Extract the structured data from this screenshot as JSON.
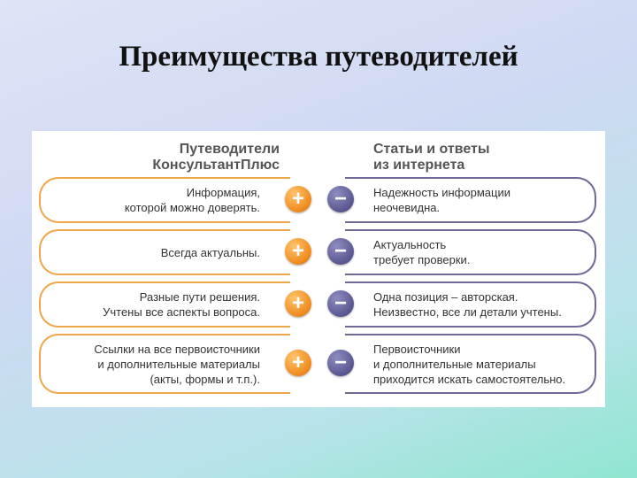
{
  "title": "Преимущества путеводителей",
  "headers": {
    "left": [
      "Путеводители",
      "КонсультантПлюс"
    ],
    "right": [
      "Статьи и ответы",
      "из интернета"
    ]
  },
  "symbols": {
    "plus": "+",
    "minus": "−"
  },
  "colors": {
    "plus": "#ee8a1e",
    "minus": "#5a5790"
  },
  "rows": [
    {
      "left": [
        "Информация,",
        "которой можно доверять."
      ],
      "right": [
        "Надежность информации",
        "неочевидна."
      ]
    },
    {
      "left": [
        "Всегда актуальны."
      ],
      "right": [
        "Актуальность",
        "требует проверки."
      ]
    },
    {
      "left": [
        "Разные пути решения.",
        "Учтены все аспекты вопроса."
      ],
      "right": [
        "Одна позиция – авторская.",
        "Неизвестно, все ли детали учтены."
      ]
    },
    {
      "left": [
        "Ссылки на все первоисточники",
        "и дополнительные материалы",
        "(акты, формы и т.п.)."
      ],
      "right": [
        "Первоисточники",
        "и дополнительные материалы",
        "приходится искать самостоятельно."
      ]
    }
  ]
}
